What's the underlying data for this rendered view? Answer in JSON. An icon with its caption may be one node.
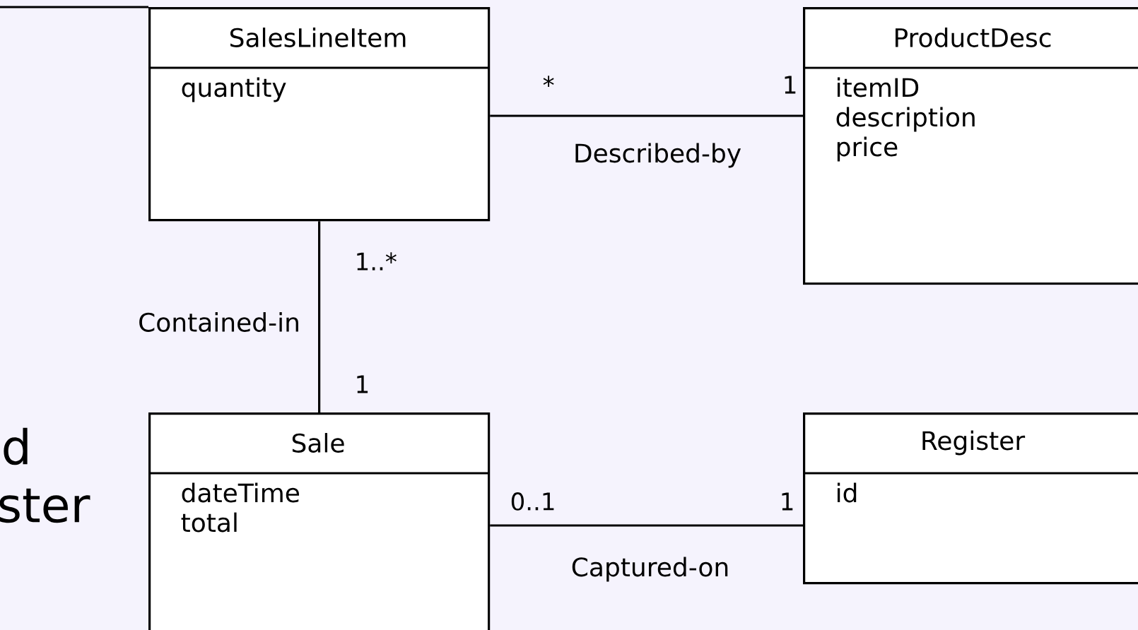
{
  "diagram": {
    "nodes": [
      {
        "text": [
          "SalesLineItem",
          "quantity"
        ]
      },
      {
        "text": [
          "ProductDesc",
          "itemID description price"
        ]
      },
      {
        "text": [
          "Sale",
          "dateTime total"
        ]
      },
      {
        "text": [
          "Register",
          "id"
        ]
      }
    ],
    "edges": [
      {
        "from": 0,
        "to": 1,
        "arrow": "none",
        "label": "Described-by"
      },
      {
        "from": 0,
        "to": 2,
        "arrow": "none",
        "label": "Contained-in"
      },
      {
        "from": 2,
        "to": 3,
        "arrow": "none",
        "label": "Captured-on"
      }
    ],
    "labels": [
      "*",
      "1",
      "1..*",
      "1",
      "d",
      "ster",
      "0..1",
      "1"
    ]
  }
}
